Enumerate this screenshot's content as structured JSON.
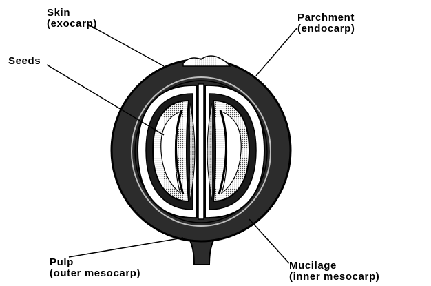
{
  "labels": {
    "skin": {
      "line1": "Skin",
      "line2": "(exocarp)"
    },
    "parchment": {
      "line1": "Parchment",
      "line2": "(endocarp)"
    },
    "seeds": {
      "line1": "Seeds"
    },
    "pulp": {
      "line1": "Pulp",
      "line2": "(outer mesocarp)"
    },
    "mucilage": {
      "line1": "Mucilage",
      "line2": "(inner mesocarp)"
    }
  },
  "colors": {
    "ink": "#000000",
    "pulp": "#2c2c2c",
    "paper": "#ffffff",
    "seed_shade": "#c8c8c8"
  }
}
